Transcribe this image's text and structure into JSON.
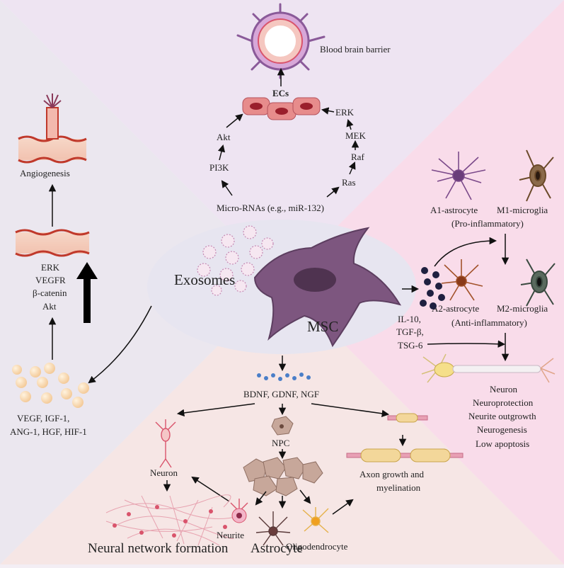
{
  "center": {
    "exosomes": "Exosomes",
    "msc": "MSC"
  },
  "top": {
    "bbb": "Blood brain barrier",
    "ecs": "ECs",
    "akt": "Akt",
    "pi3k": "PI3K",
    "erk": "ERK",
    "mek": "MEK",
    "raf": "Raf",
    "ras": "Ras",
    "micro_rnas": "Micro-RNAs (e.g., miR-132)"
  },
  "left": {
    "angiogenesis": "Angiogenesis",
    "signals": [
      "ERK",
      "VEGFR",
      "β-catenin",
      "Akt"
    ],
    "factors": [
      "VEGF, IGF-1,",
      "ANG-1, HGF, HIF-1"
    ]
  },
  "right": {
    "a1": "A1-astrocyte",
    "m1": "M1-microglia",
    "pro": "(Pro-inflammatory)",
    "a2": "A2-astrocyte",
    "m2": "M2-microglia",
    "anti": "(Anti-inflammatory)",
    "cytokines": [
      "IL-10,",
      "TGF-β,",
      "TSG-6"
    ],
    "neuron": "Neuron",
    "effects": [
      "Neuroprotection",
      "Neurite outgrowth",
      "Neurogenesis",
      "Low apoptosis"
    ]
  },
  "bottom": {
    "factors": "BDNF, GDNF, NGF",
    "npc": "NPC",
    "neuron": "Neuron",
    "neural_network": "Neural network formation",
    "neurite": "Neurite",
    "astrocyte": "Astrocyte",
    "oligodendrocyte": "Oligodendrocyte",
    "axon": [
      "Axon growth and",
      "myelination"
    ]
  }
}
